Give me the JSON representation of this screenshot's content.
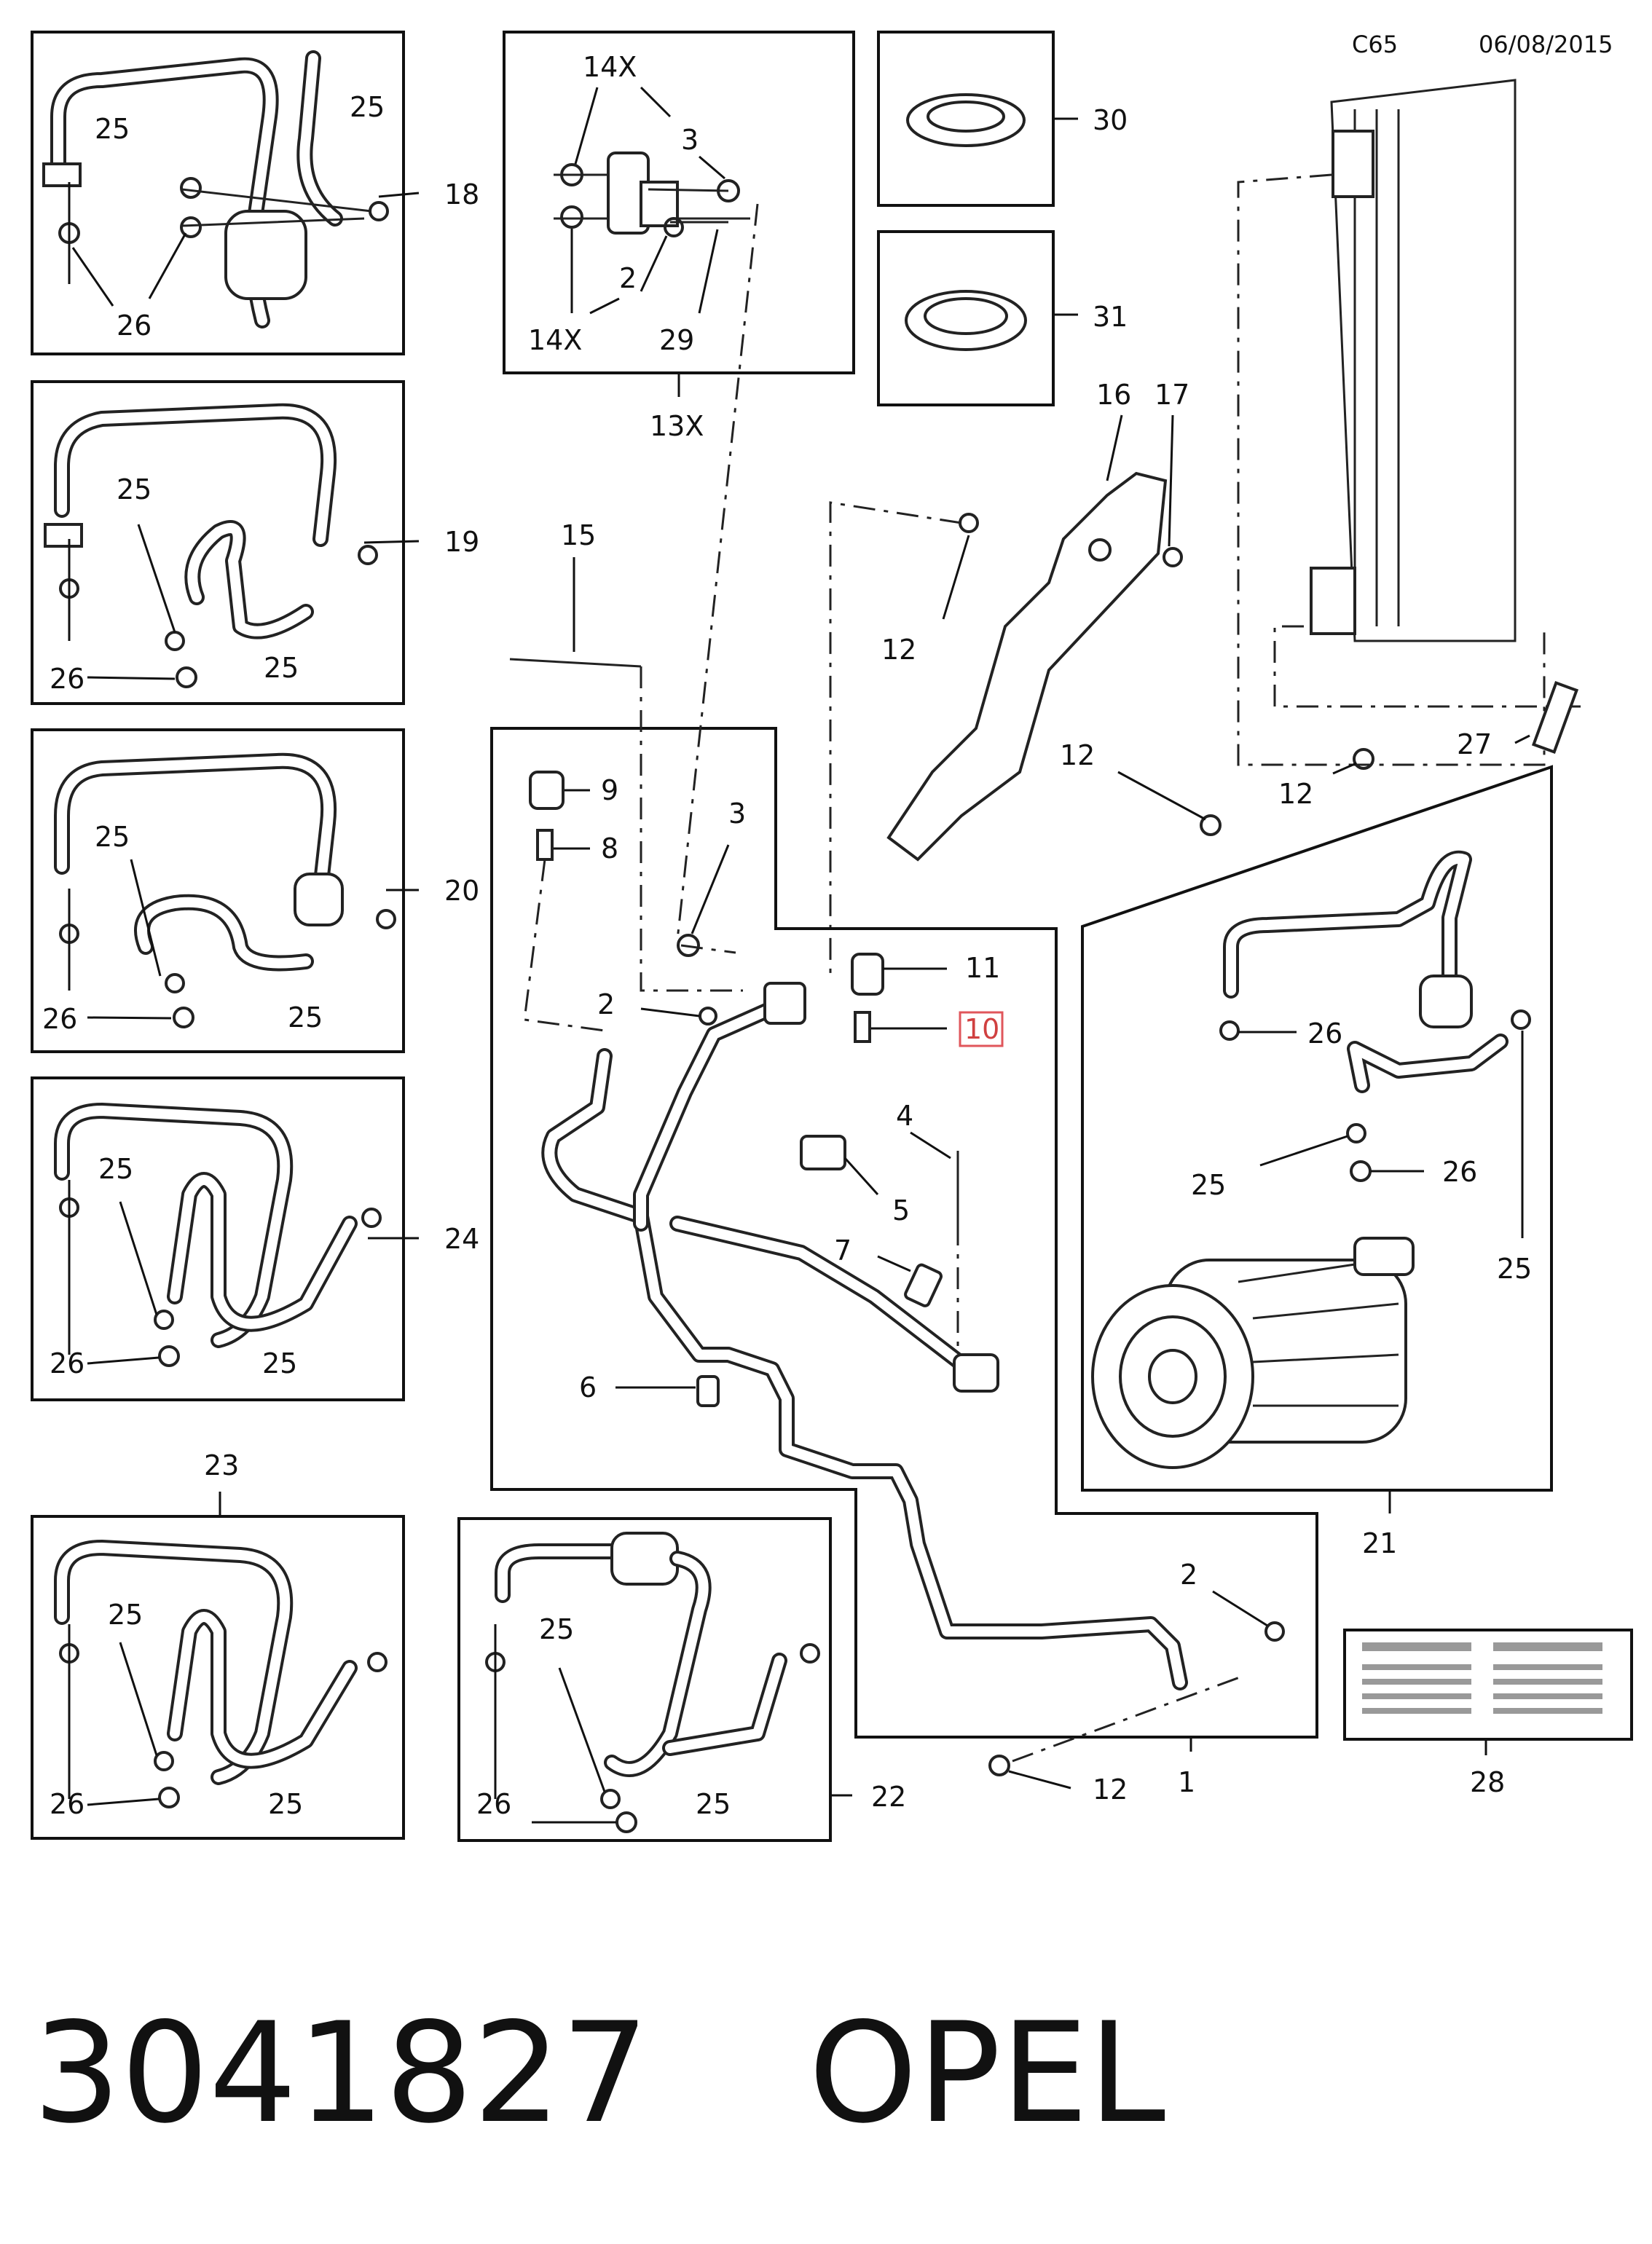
{
  "header": {
    "code": "C65",
    "date": "06/08/2015"
  },
  "footer": {
    "part_number": "3041827",
    "brand": "OPEL"
  },
  "callouts": {
    "c1": "1",
    "c2a": "2",
    "c2b": "2",
    "c2c": "2",
    "c3a": "3",
    "c3b": "3",
    "c4": "4",
    "c5": "5",
    "c6": "6",
    "c7": "7",
    "c8": "8",
    "c9": "9",
    "c10": "10",
    "c11": "11",
    "c12a": "12",
    "c12b": "12",
    "c12c": "12",
    "c12d": "12",
    "c13x": "13X",
    "c14xa": "14X",
    "c14xb": "14X",
    "c15": "15",
    "c16": "16",
    "c17": "17",
    "c18": "18",
    "c19": "19",
    "c20": "20",
    "c21": "21",
    "c22": "22",
    "c23": "23",
    "c24": "24",
    "c25a": "25",
    "c25b": "25",
    "c25c": "25",
    "c25d": "25",
    "c25e": "25",
    "c25f": "25",
    "c25g": "25",
    "c25h": "25",
    "c25i": "25",
    "c25j": "25",
    "c25k": "25",
    "c25l": "25",
    "c25m": "25",
    "c25n": "25",
    "c26a": "26",
    "c26b": "26",
    "c26c": "26",
    "c26d": "26",
    "c26e": "26",
    "c26f": "26",
    "c26g": "26",
    "c26h": "26",
    "c27": "27",
    "c28": "28",
    "c29": "29",
    "c30": "30",
    "c31": "31"
  }
}
